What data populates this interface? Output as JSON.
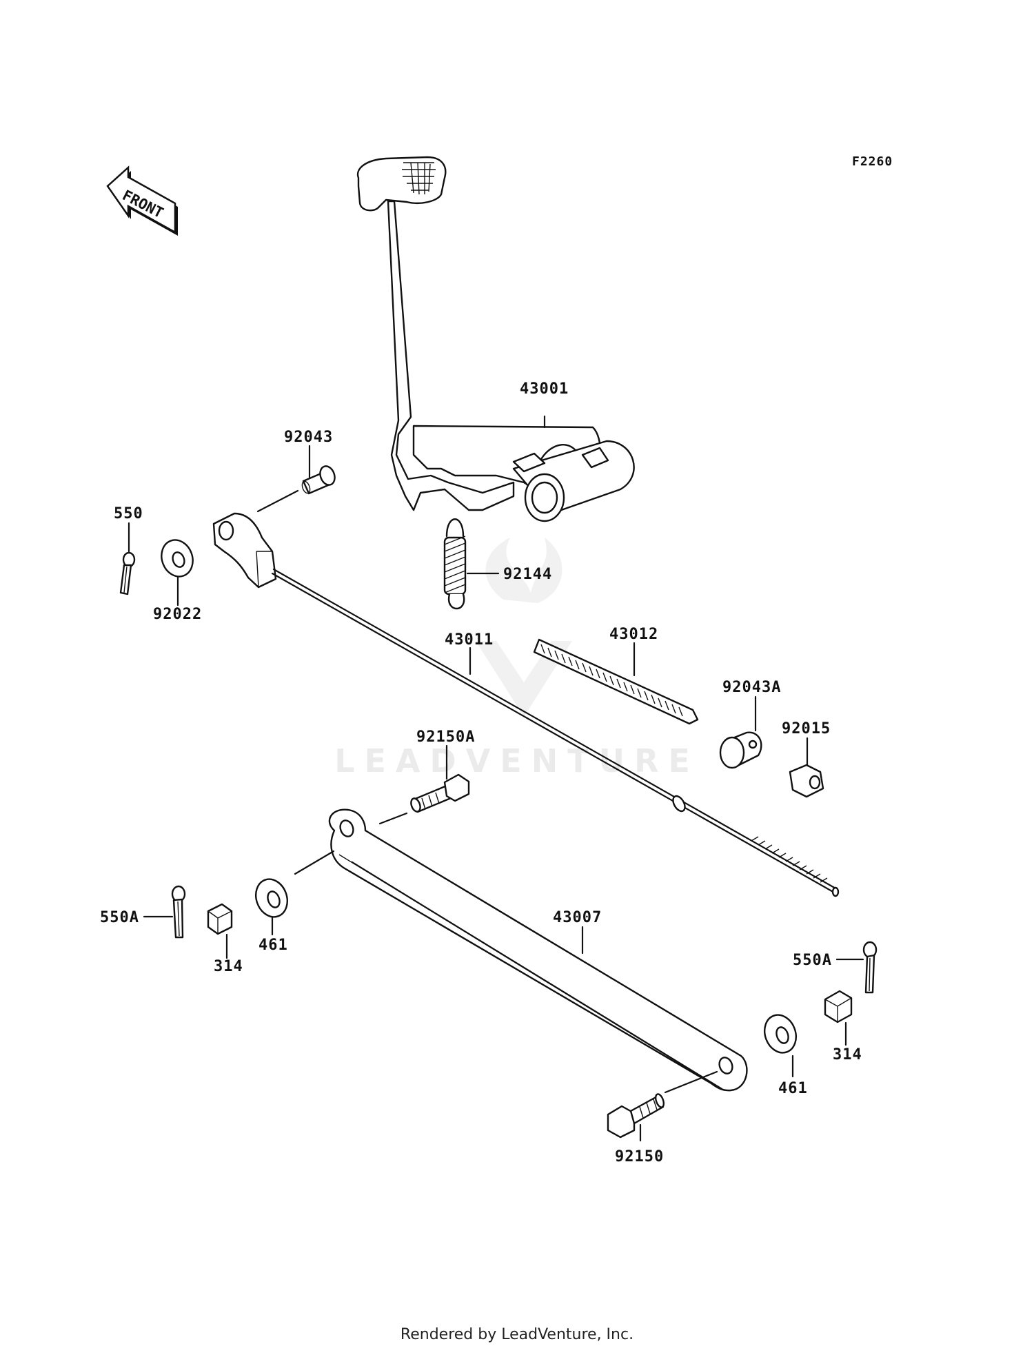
{
  "figure_code": "F2260",
  "front_marker": "FRONT",
  "watermark": "LEADVENTURE",
  "footer": "Rendered by LeadVenture, Inc.",
  "parts": {
    "p43001": "43001",
    "p92043": "92043",
    "p550": "550",
    "p92022": "92022",
    "p92144": "92144",
    "p43011": "43011",
    "p43012": "43012",
    "p92043A": "92043A",
    "p92015": "92015",
    "p92150A": "92150A",
    "p550A_left": "550A",
    "p314_left": "314",
    "p461_left": "461",
    "p43007": "43007",
    "p550A_right": "550A",
    "p314_right": "314",
    "p461_right": "461",
    "p92150": "92150"
  }
}
